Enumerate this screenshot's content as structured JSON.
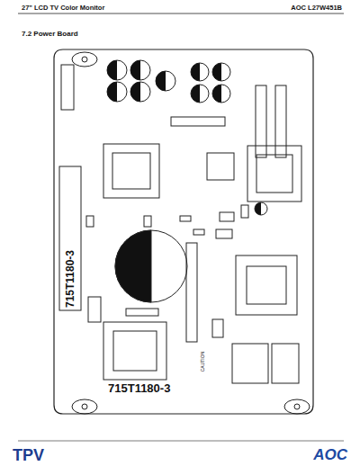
{
  "diagram": {
    "title": "7.2 Power Board",
    "labels": [
      "27\" LCD TV Color Monitor",
      "AOC L27W451B",
      "715T1180-3",
      "715T1180-3",
      "CAUTION",
      "TPV",
      "AOC"
    ]
  }
}
